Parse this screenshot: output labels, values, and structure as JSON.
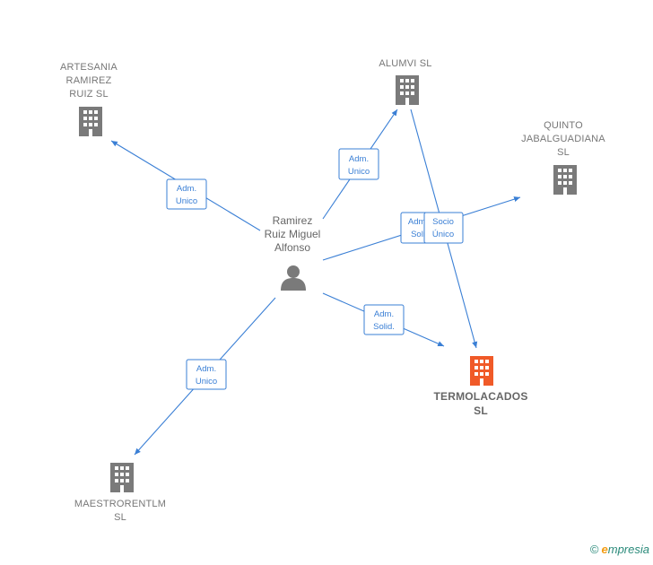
{
  "nodes": {
    "person": {
      "lines": [
        "Ramirez",
        "Ruiz Miguel",
        "Alfonso"
      ]
    },
    "artesania": {
      "lines": [
        "ARTESANIA",
        "RAMIREZ",
        "RUIZ SL"
      ]
    },
    "alumvi": {
      "lines": [
        "ALUMVI SL"
      ]
    },
    "quinto": {
      "lines": [
        "QUINTO",
        "JABALGUADIANA",
        "SL"
      ]
    },
    "termolacados": {
      "lines": [
        "TERMOLACADOS",
        "SL"
      ]
    },
    "maestrorentlm": {
      "lines": [
        "MAESTRORENTLM",
        "SL"
      ]
    }
  },
  "edges": {
    "artesania": [
      "Adm.",
      "Unico"
    ],
    "alumvi": [
      "Adm.",
      "Unico"
    ],
    "quinto": [
      "Adm.",
      "Soli"
    ],
    "termolacados": [
      "Adm.",
      "Solid."
    ],
    "maestrorentlm": [
      "Adm.",
      "Unico"
    ],
    "alumvi_termolacados": [
      "Socio",
      "Único"
    ]
  },
  "colors": {
    "building": "#7a7a7a",
    "building_focus": "#f05a28",
    "edge": "#3a7fd5"
  },
  "footer": {
    "copyright": "©",
    "brand_e": "e",
    "brand_rest": "mpresia"
  }
}
